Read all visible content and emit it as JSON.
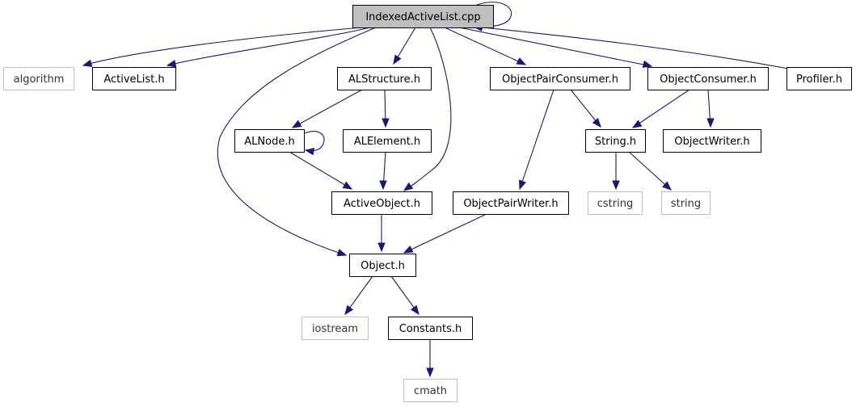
{
  "colors": {
    "edge": "#191970",
    "box_border": "#000000",
    "root_fill": "#bfbfbf",
    "system_border": "#bfbfbf",
    "background": "#ffffff"
  },
  "nodes": {
    "root": {
      "label": "IndexedActiveList.cpp",
      "kind": "root"
    },
    "algorithm": {
      "label": "algorithm",
      "kind": "system"
    },
    "activelist": {
      "label": "ActiveList.h",
      "kind": "header"
    },
    "alstructure": {
      "label": "ALStructure.h",
      "kind": "header"
    },
    "objectpairconsumer": {
      "label": "ObjectPairConsumer.h",
      "kind": "header"
    },
    "objectconsumer": {
      "label": "ObjectConsumer.h",
      "kind": "header"
    },
    "profiler": {
      "label": "Profiler.h",
      "kind": "header"
    },
    "alnode": {
      "label": "ALNode.h",
      "kind": "header"
    },
    "alelement": {
      "label": "ALElement.h",
      "kind": "header"
    },
    "string_h": {
      "label": "String.h",
      "kind": "header"
    },
    "objectwriter": {
      "label": "ObjectWriter.h",
      "kind": "header"
    },
    "activeobject": {
      "label": "ActiveObject.h",
      "kind": "header"
    },
    "objectpairwriter": {
      "label": "ObjectPairWriter.h",
      "kind": "header"
    },
    "cstring": {
      "label": "cstring",
      "kind": "system"
    },
    "string_std": {
      "label": "string",
      "kind": "system"
    },
    "object": {
      "label": "Object.h",
      "kind": "header"
    },
    "iostream": {
      "label": "iostream",
      "kind": "system"
    },
    "constants": {
      "label": "Constants.h",
      "kind": "header"
    },
    "cmath": {
      "label": "cmath",
      "kind": "system"
    }
  },
  "edges": [
    {
      "from": "root",
      "to": "root"
    },
    {
      "from": "root",
      "to": "algorithm"
    },
    {
      "from": "root",
      "to": "activelist"
    },
    {
      "from": "root",
      "to": "alstructure"
    },
    {
      "from": "root",
      "to": "objectpairconsumer"
    },
    {
      "from": "root",
      "to": "objectconsumer"
    },
    {
      "from": "profiler",
      "to": "root"
    },
    {
      "from": "root",
      "to": "object"
    },
    {
      "from": "root",
      "to": "activeobject"
    },
    {
      "from": "alstructure",
      "to": "alnode"
    },
    {
      "from": "alstructure",
      "to": "alelement"
    },
    {
      "from": "alnode",
      "to": "alnode"
    },
    {
      "from": "alnode",
      "to": "activeobject"
    },
    {
      "from": "alelement",
      "to": "activeobject"
    },
    {
      "from": "activeobject",
      "to": "object"
    },
    {
      "from": "objectpairconsumer",
      "to": "string_h"
    },
    {
      "from": "objectpairconsumer",
      "to": "objectpairwriter"
    },
    {
      "from": "objectconsumer",
      "to": "string_h"
    },
    {
      "from": "objectconsumer",
      "to": "objectwriter"
    },
    {
      "from": "string_h",
      "to": "cstring"
    },
    {
      "from": "string_h",
      "to": "string_std"
    },
    {
      "from": "objectpairwriter",
      "to": "object"
    },
    {
      "from": "object",
      "to": "iostream"
    },
    {
      "from": "object",
      "to": "constants"
    },
    {
      "from": "constants",
      "to": "cmath"
    }
  ]
}
